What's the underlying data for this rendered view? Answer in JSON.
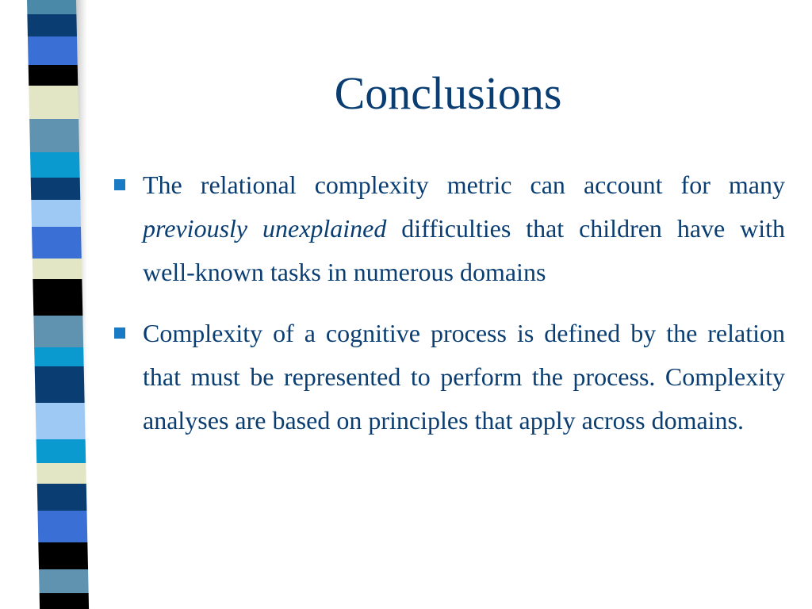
{
  "slide": {
    "title": "Conclusions",
    "bullets": [
      {
        "text_before": "The relational complexity metric can account for many ",
        "text_italic": "previously unexplained",
        "text_after": " difficulties that children have with well-known tasks in numerous domains"
      },
      {
        "text_before": "Complexity of a cognitive process is defined by the relation that must be represented to perform the process. Complexity analyses are based on principles that apply across domains.",
        "text_italic": "",
        "text_after": ""
      }
    ]
  },
  "colors": {
    "title": "#0a3e72",
    "text": "#0a3e72",
    "bullet_marker": "#1a7bc4",
    "stripe_palette": [
      "#4a8aa8",
      "#0a3e72",
      "#3a6fd6",
      "#000000",
      "#e3e6c4",
      "#5f93b0",
      "#0b9ad0",
      "#9ec9f5"
    ]
  }
}
